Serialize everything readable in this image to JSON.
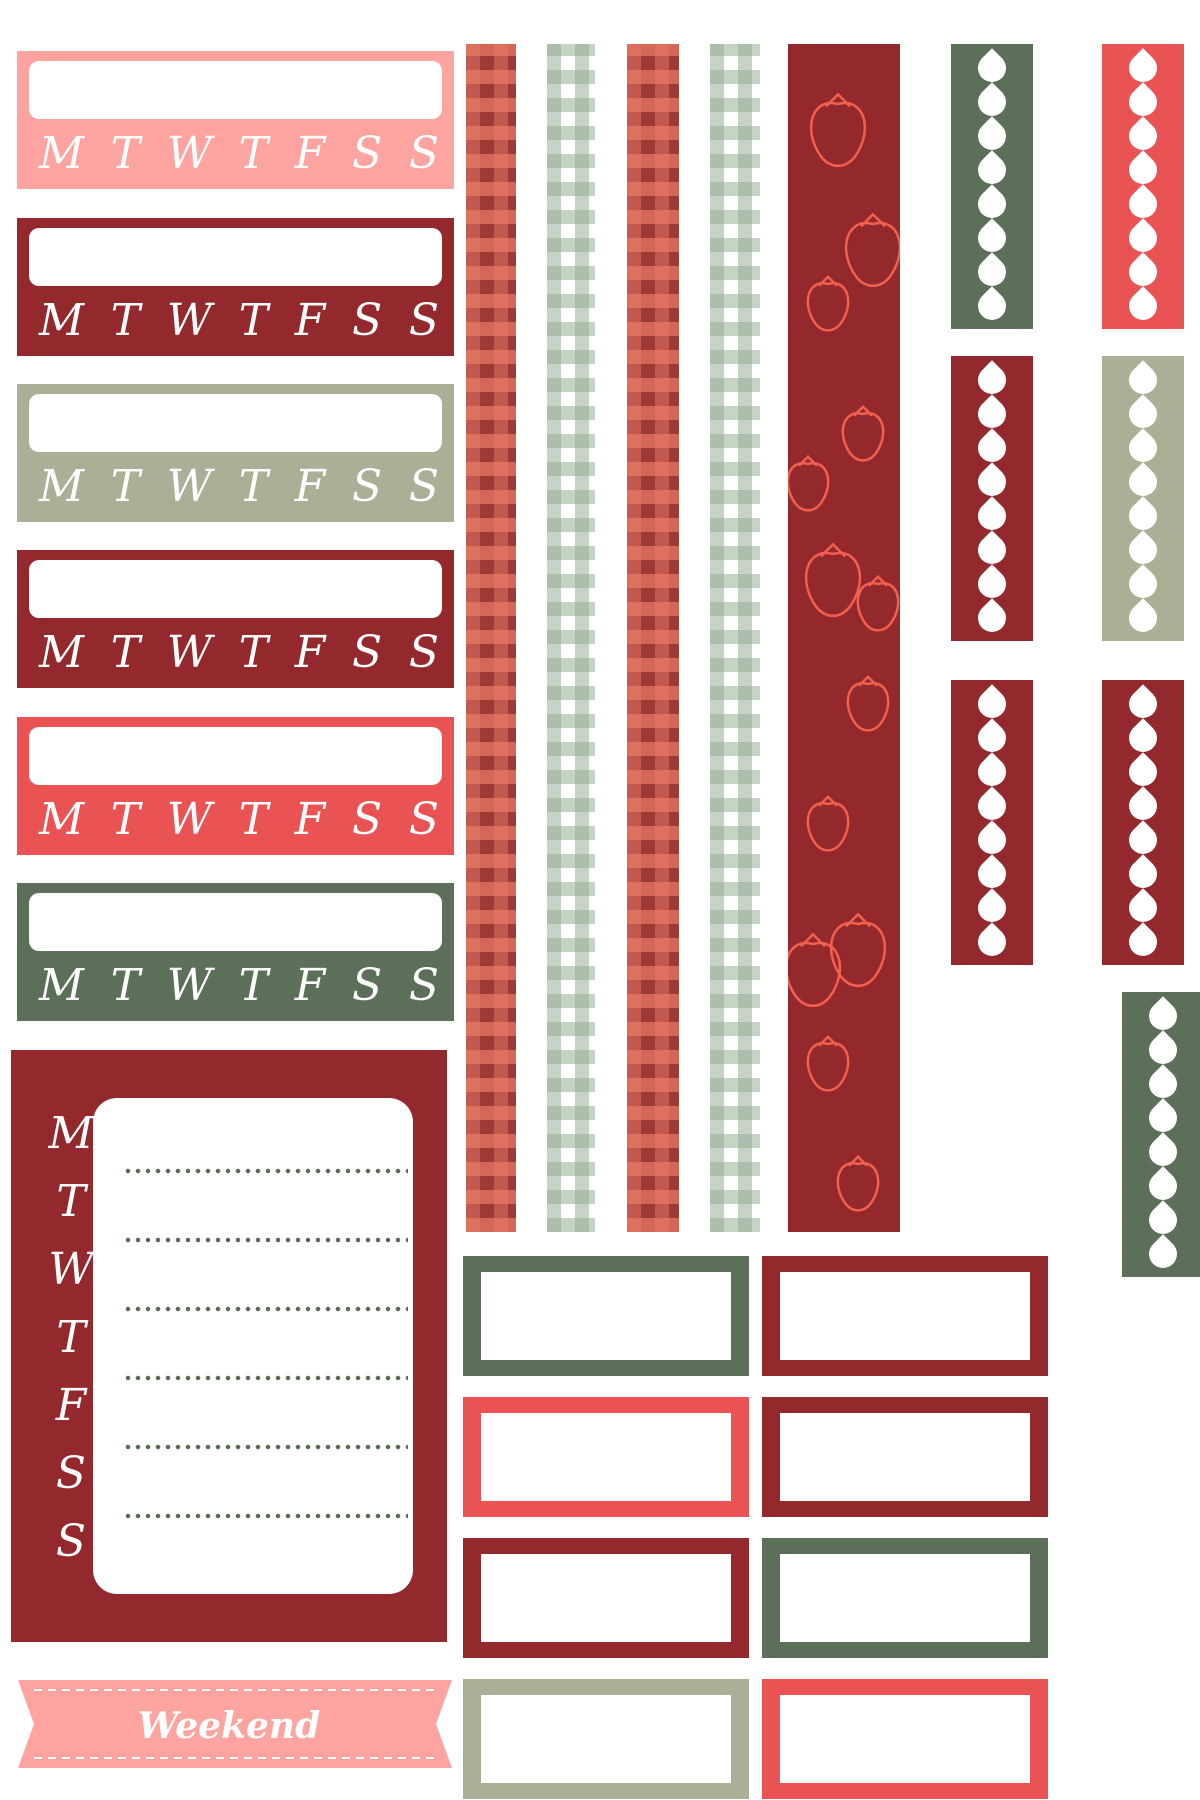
{
  "weekday_letters": [
    "M",
    "T",
    "W",
    "T",
    "F",
    "S",
    "S"
  ],
  "weekend_label": "Weekend",
  "colors": {
    "pink": "#fda4a0",
    "burgundy": "#93292c",
    "sage": "#a9b095",
    "coral": "#e95353",
    "forest": "#5c7059",
    "dots": "#5a6b55"
  },
  "icons": {
    "strawberry": "strawberry-icon",
    "drop": "drop-icon"
  }
}
